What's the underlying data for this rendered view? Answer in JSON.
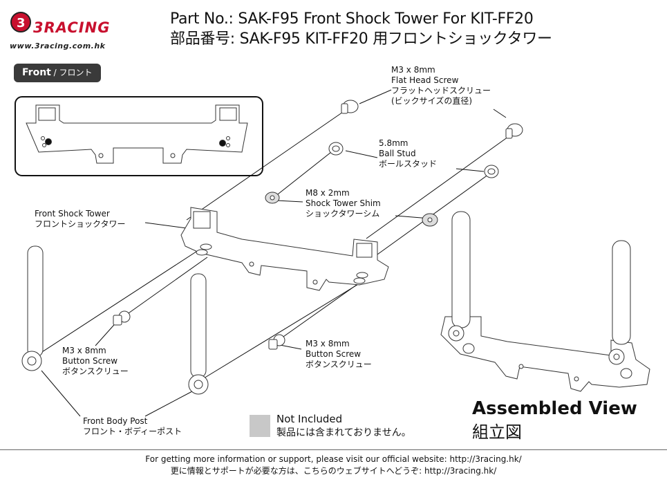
{
  "header": {
    "logo_text": "3RACING",
    "logo_url": "www.3racing.com.hk",
    "title_en": "Part No.: SAK-F95  Front Shock Tower For KIT-FF20",
    "title_ja": "部品番号: SAK-F95  KIT-FF20 用フロントショックタワー"
  },
  "front_view": {
    "badge_en": "Front",
    "badge_sep": " / ",
    "badge_ja": "フロント"
  },
  "parts": {
    "flat_screw": {
      "line1": "M3 x 8mm",
      "line2": "Flat Head Screw",
      "line3": "フラットヘッドスクリュー",
      "line4": "(ビックサイズの直径)"
    },
    "ball_stud": {
      "line1": "5.8mm",
      "line2": "Ball Stud",
      "line3": "ボールスタッド"
    },
    "shim": {
      "line1": "M8 x 2mm",
      "line2": "Shock Tower Shim",
      "line3": "ショックタワーシム"
    },
    "shock_tower": {
      "line1": "Front Shock Tower",
      "line2": "フロントショックタワー"
    },
    "button_screw_left": {
      "line1": "M3 x 8mm",
      "line2": "Button Screw",
      "line3": "ボタンスクリュー"
    },
    "button_screw_right": {
      "line1": "M3 x 8mm",
      "line2": "Button Screw",
      "line3": "ボタンスクリュー"
    },
    "body_post": {
      "line1": "Front Body Post",
      "line2": "フロント・ボディーポスト"
    }
  },
  "legend": {
    "not_included_en": "Not Included",
    "not_included_ja": "製品には含まれておりません。"
  },
  "assembled": {
    "title_en": "Assembled View",
    "title_ja": "組立図"
  },
  "footer": {
    "line_en": "For getting more information or support, please visit our official website: http://3racing.hk/",
    "line_ja": "更に情報とサポートが必要な方は、こちらのウェブサイトへどうぞ: http://3racing.hk/"
  },
  "colors": {
    "brand_red": "#c8102e",
    "badge_bg": "#3a3a3a",
    "not_included_gray": "#c8c8c8"
  }
}
